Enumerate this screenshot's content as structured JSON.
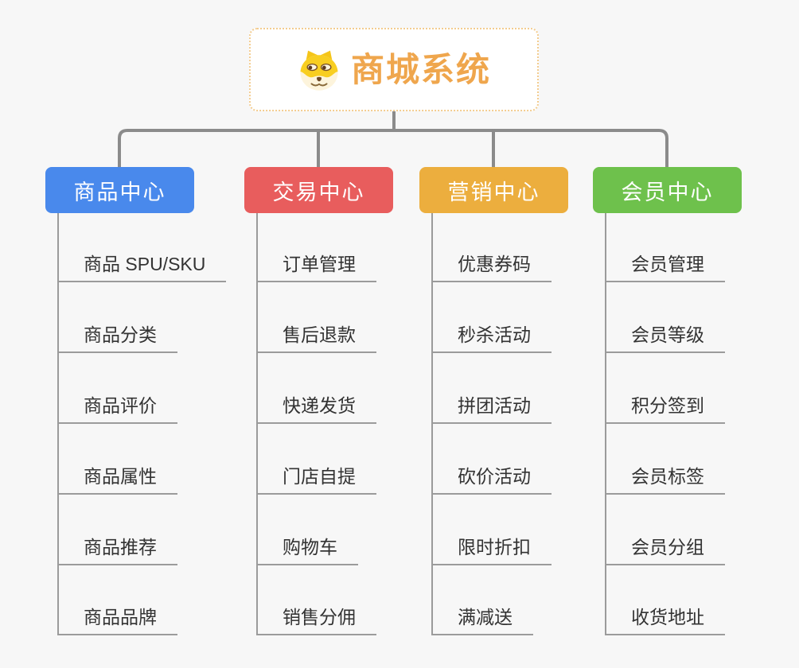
{
  "root": {
    "title": "商城系统",
    "icon": "doge-icon"
  },
  "branches": [
    {
      "label": "商品中心",
      "color": "#4989EC",
      "items": [
        "商品 SPU/SKU",
        "商品分类",
        "商品评价",
        "商品属性",
        "商品推荐",
        "商品品牌"
      ]
    },
    {
      "label": "交易中心",
      "color": "#E85D5D",
      "items": [
        "订单管理",
        "售后退款",
        "快递发货",
        "门店自提",
        "购物车",
        "销售分佣"
      ]
    },
    {
      "label": "营销中心",
      "color": "#ECAE3E",
      "items": [
        "优惠券码",
        "秒杀活动",
        "拼团活动",
        "砍价活动",
        "限时折扣",
        "满减送"
      ]
    },
    {
      "label": "会员中心",
      "color": "#6EC14C",
      "items": [
        "会员管理",
        "会员等级",
        "积分签到",
        "会员标签",
        "会员分组",
        "收货地址"
      ]
    }
  ],
  "colors": {
    "background": "#F7F7F7",
    "connector": "#8B8B8B",
    "spine": "#9B9B9B",
    "leaf_text": "#333333",
    "root_text": "#EFA64D",
    "root_border": "#F3CC8F",
    "branch_text": "#FFFFFF"
  }
}
